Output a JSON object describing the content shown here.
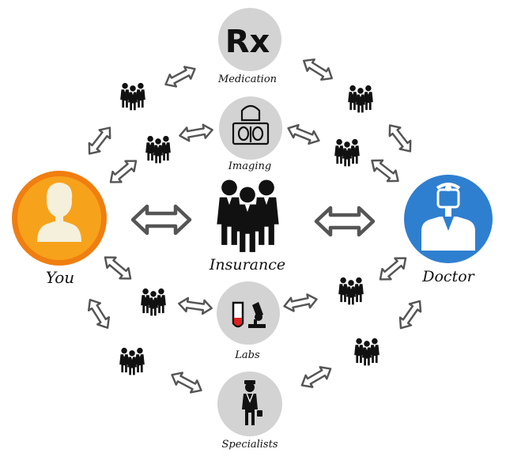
{
  "nodes": {
    "you": {
      "label": "You",
      "color": "#f7a21b",
      "ring_color": "#f07e10",
      "icon": "person-silhouette-icon"
    },
    "doctor": {
      "label": "Doctor",
      "color": "#2f7fd0",
      "icon": "doctor-icon"
    },
    "insurance": {
      "label": "Insurance",
      "icon": "group-of-people-icon"
    },
    "medication": {
      "label": "Medication",
      "glyph": "Rx",
      "icon": "rx-icon"
    },
    "imaging": {
      "label": "Imaging",
      "icon": "xray-icon"
    },
    "labs": {
      "label": "Labs",
      "icon": "test-tube-microscope-icon"
    },
    "specialists": {
      "label": "Specialists",
      "icon": "specialist-icon"
    }
  },
  "colors": {
    "circle_fill": "#d3d3d3",
    "arrow_fill": "#ffffff",
    "arrow_stroke": "#555555",
    "icon_color": "#111111"
  }
}
